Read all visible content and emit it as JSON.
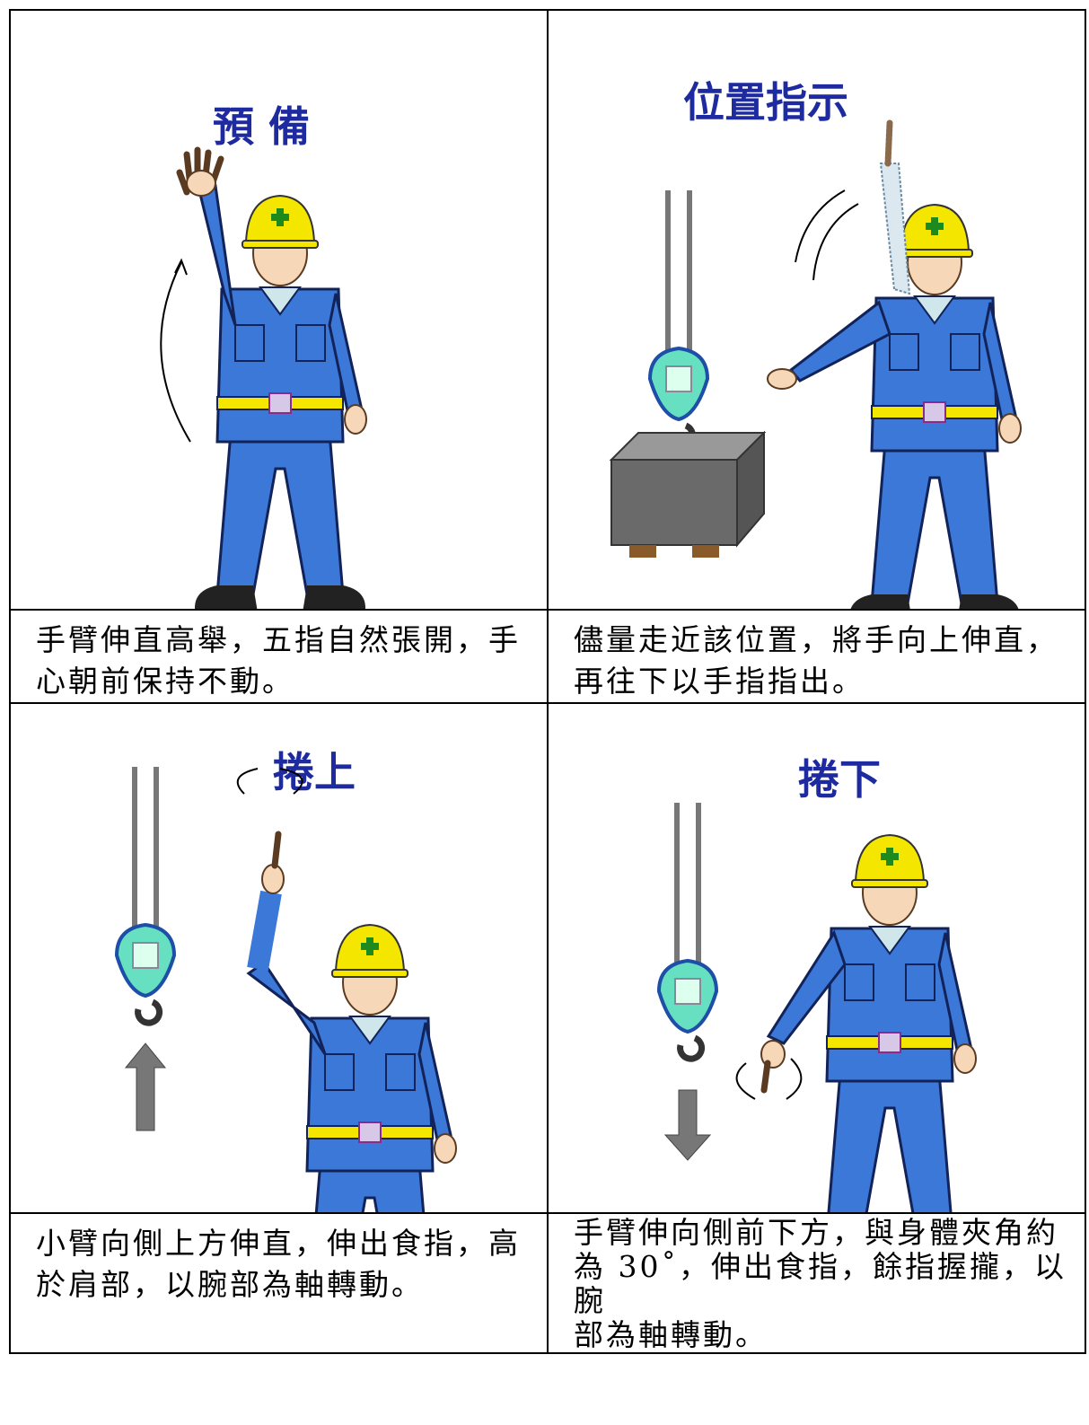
{
  "panels": [
    {
      "title": "預 備",
      "caption": "手臂伸直高舉，五指自然張開，手\n心朝前保持不動。",
      "icons": [
        "worker-figure",
        "curved-arrow"
      ]
    },
    {
      "title": "位置指示",
      "caption": "儘量走近該位置，將手向上伸直，\n再往下以手指指出。",
      "icons": [
        "worker-figure",
        "crane-hook",
        "cargo-box",
        "curved-arrows"
      ]
    },
    {
      "title": "捲上",
      "caption": "小臂向側上方伸直，伸出食指，高\n於肩部，以腕部為軸轉動。",
      "icons": [
        "worker-figure",
        "crane-hook",
        "up-arrow",
        "rotation-arrows"
      ]
    },
    {
      "title": "捲下",
      "caption": "手臂伸向側前下方，與身體夾角約\n為 30˚，伸出食指，餘指握攏，以腕\n部為軸轉動。",
      "icons": [
        "worker-figure",
        "crane-hook",
        "down-arrow",
        "rotation-arrows"
      ]
    }
  ],
  "colors": {
    "helmet": "#f5e600",
    "uniform": "#3c78d8",
    "title": "#1e2aa0",
    "hook": "#66e0c0",
    "box": "#6a6a6a",
    "arrow": "#777777"
  }
}
